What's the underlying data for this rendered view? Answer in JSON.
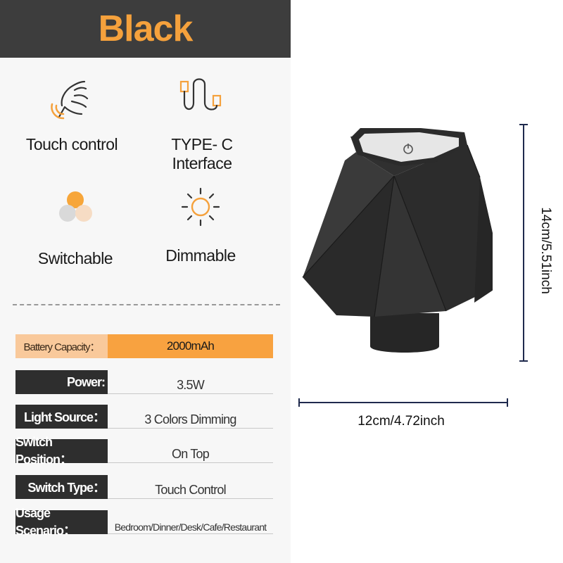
{
  "banner": {
    "title": "Black"
  },
  "features": [
    {
      "label": "Touch control",
      "icon": "touch-hand-icon"
    },
    {
      "label": "TYPE- C Interface",
      "icon": "usb-c-cable-icon"
    },
    {
      "label": "Switchable",
      "icon": "color-circles-icon"
    },
    {
      "label": "Dimmable",
      "icon": "sun-brightness-icon"
    }
  ],
  "specs": [
    {
      "label": "Battery Capacity：",
      "value": "2000mAh"
    },
    {
      "label": "Power:",
      "value": "3.5W"
    },
    {
      "label": "Light Source：",
      "value": "3 Colors Dimming"
    },
    {
      "label": "Switch Position：",
      "value": "On Top"
    },
    {
      "label": "Switch Type：",
      "value": "Touch Control"
    },
    {
      "label": "Usage Scenario：",
      "value": "Bedroom/Dinner/Desk/Cafe/Restaurant"
    }
  ],
  "dimensions": {
    "height": "14cm/5.51inch",
    "width": "12cm/4.72inch"
  },
  "colors": {
    "accent": "#f8a240",
    "banner_bg": "#3d3d3d",
    "lamp_body": "#2b2b2b",
    "dimension_line": "#1f2a4d"
  }
}
